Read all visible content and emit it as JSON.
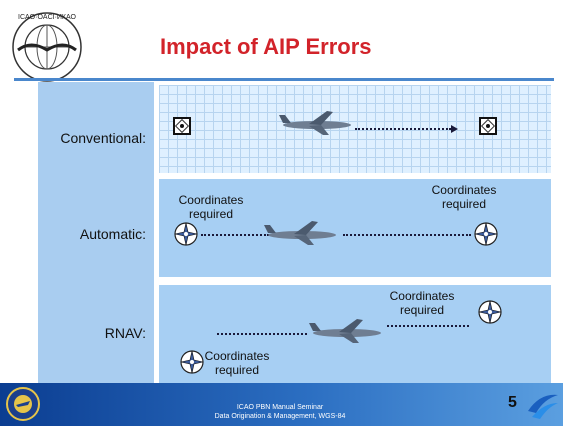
{
  "slide": {
    "title": "Impact of AIP Errors",
    "logo_text": "ICAO • OACI • ИКАО"
  },
  "rows": [
    {
      "label": "Conventional:"
    },
    {
      "label": "Automatic:",
      "left_note": "Coordinates required",
      "right_note": "Coordinates required"
    },
    {
      "label": "RNAV:",
      "right_note": "Coordinates required",
      "bottom_note": "Coordinates required"
    }
  ],
  "footer": {
    "line1": "ICAO PBN Manual Seminar",
    "line2": "Data Origination & Management, WGS-84",
    "page_number": "5"
  },
  "colors": {
    "title": "#d2232a",
    "panel": "#a7cff3",
    "grid_background": "#dff0ff",
    "footer_start": "#0b3d91",
    "footer_end": "#5b9fe0"
  },
  "icons": [
    "icao-logo-icon",
    "ndb-beacon-icon",
    "compass-waypoint-icon",
    "airplane-icon",
    "faa-seal-icon",
    "swoosh-logo-icon"
  ]
}
